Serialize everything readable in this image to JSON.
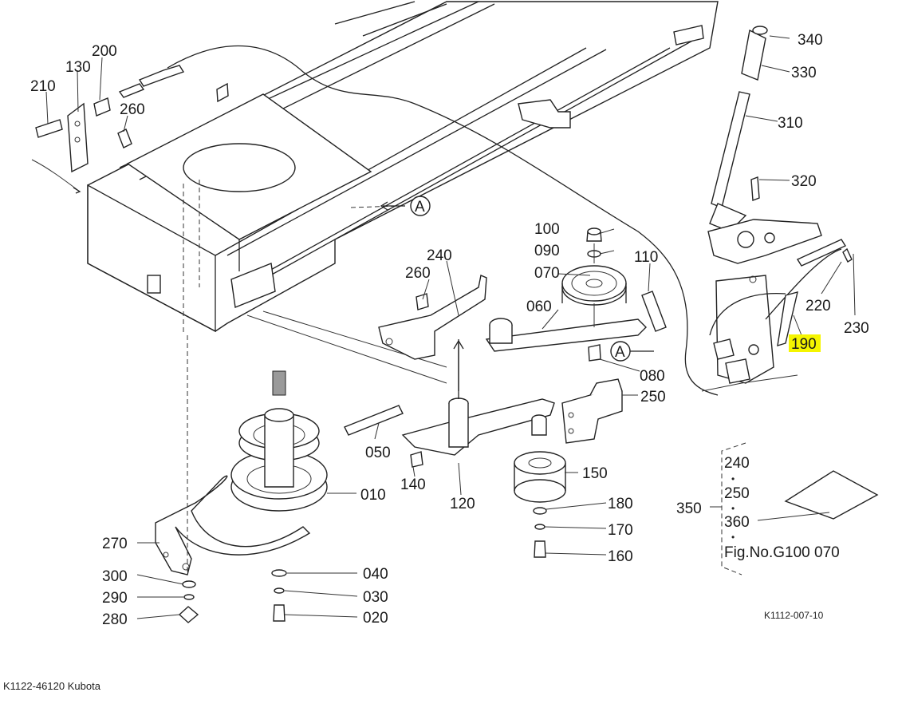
{
  "diagram": {
    "highlight_color": "#f5f500",
    "labels": {
      "p340": "340",
      "p330": "330",
      "p310": "310",
      "p320": "320",
      "p200": "200",
      "p130": "130",
      "p210": "210",
      "p260a": "260",
      "p100": "100",
      "p090": "090",
      "p070": "070",
      "p240": "240",
      "p260b": "260",
      "p110": "110",
      "p060": "060",
      "p220": "220",
      "p230": "230",
      "p190": "190",
      "p080": "080",
      "p250": "250",
      "p050": "050",
      "p140": "140",
      "p150": "150",
      "p010": "010",
      "p120": "120",
      "p180": "180",
      "p170": "170",
      "p160": "160",
      "p270": "270",
      "p300": "300",
      "p290": "290",
      "p280": "280",
      "p040": "040",
      "p030": "030",
      "p020": "020",
      "p350": "350",
      "a1": "A",
      "a2": "A"
    },
    "kit": {
      "i240": "240",
      "i250": "250",
      "i360": "360",
      "dot": "•",
      "fig": "Fig.No.G100  070"
    },
    "drawing_code": "K1112-007-10"
  },
  "caption": "K1122-46120 Kubota"
}
